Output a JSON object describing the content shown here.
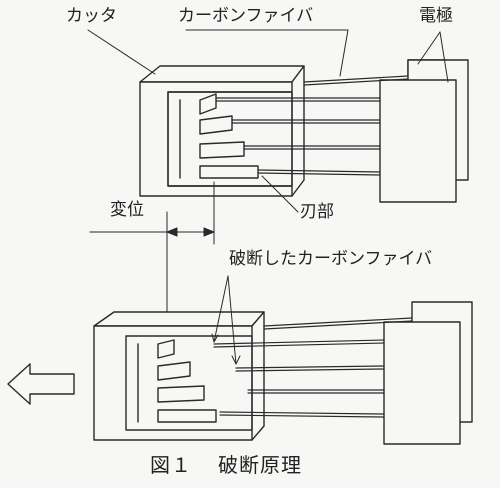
{
  "labels": {
    "cutter": "カッタ",
    "carbon_fiber": "カーボンファイバ",
    "electrode": "電極",
    "blade": "刃部",
    "displacement": "変位",
    "broken_fiber": "破断したカーボンファイバ"
  },
  "caption": {
    "figure_number": "図１",
    "title": "破断原理"
  },
  "colors": {
    "line": "#2a2a2a",
    "background": "#f7f7f5"
  }
}
